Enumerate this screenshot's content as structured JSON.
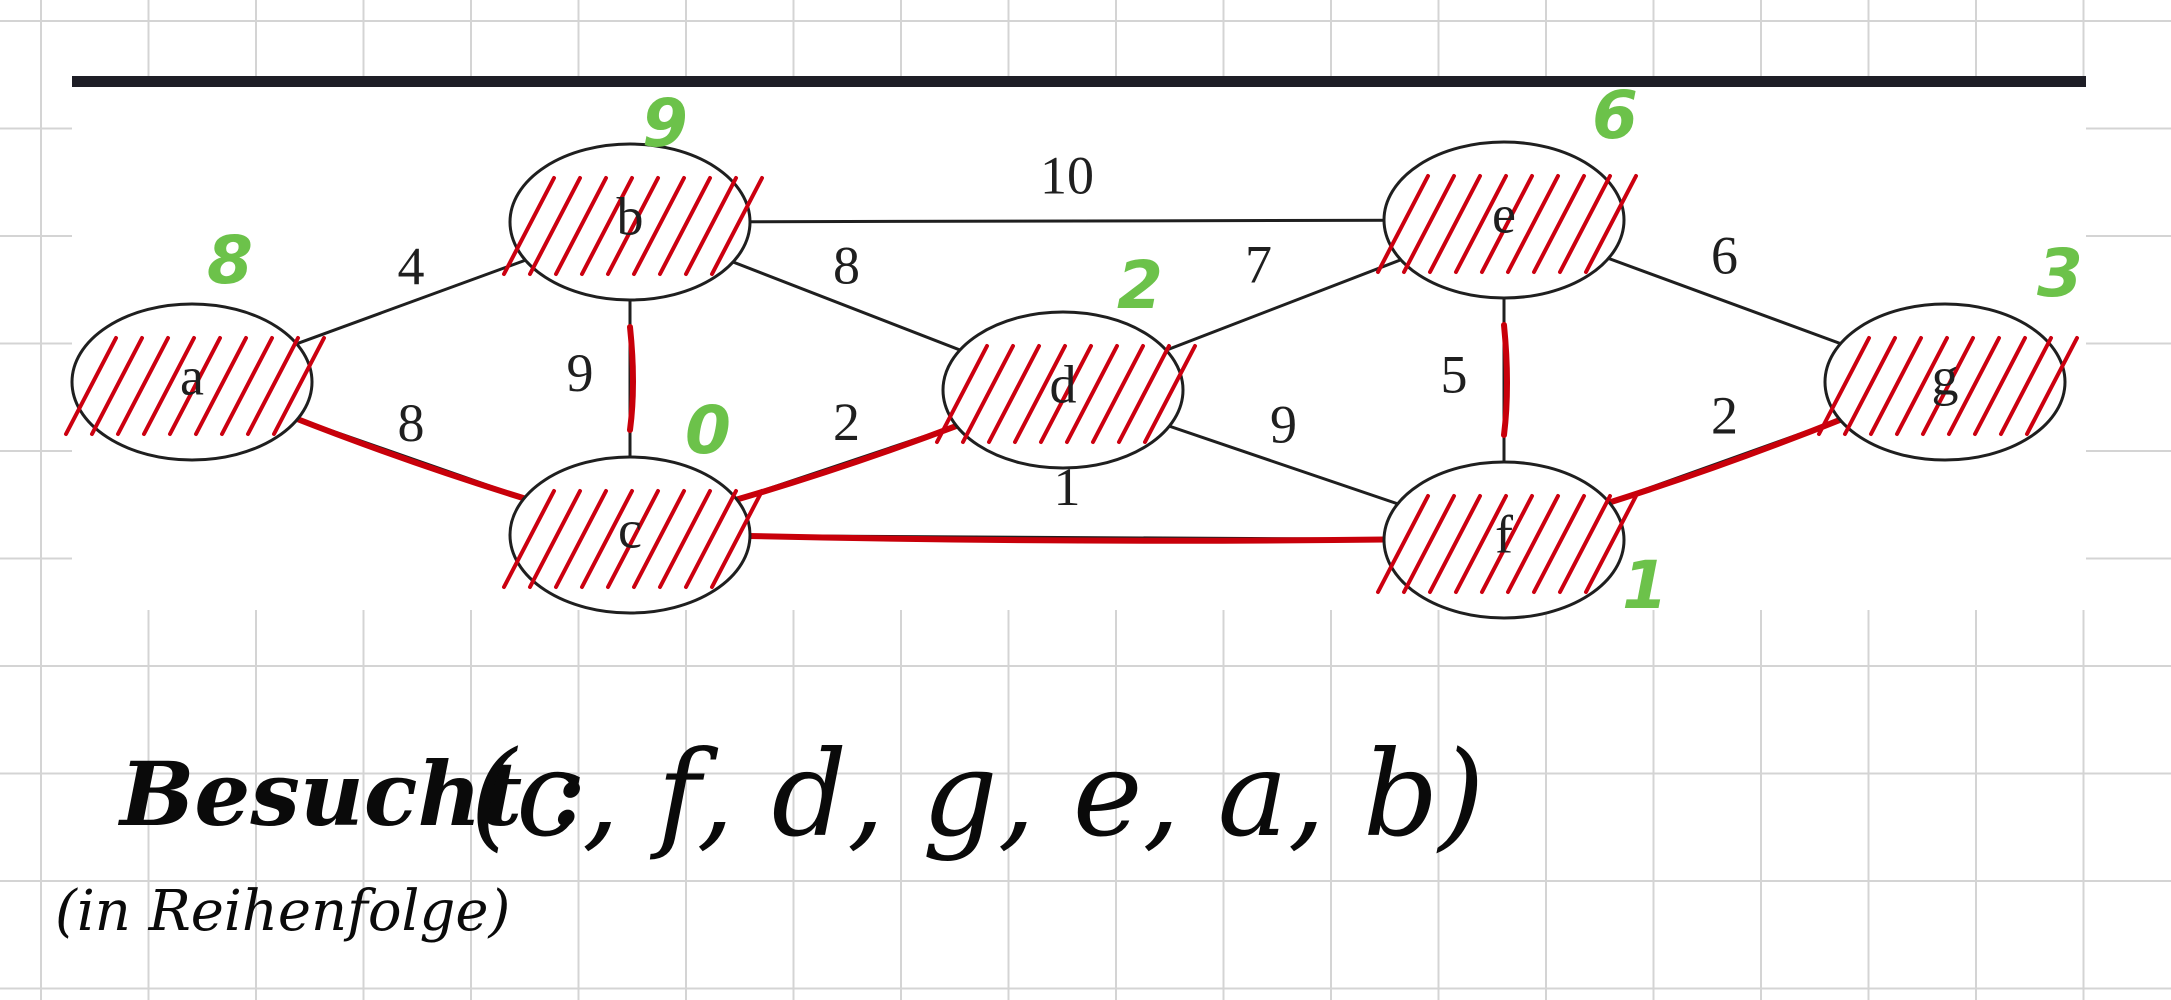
{
  "graph": {
    "nodes": [
      {
        "id": "a",
        "label": "a",
        "dist": "8"
      },
      {
        "id": "b",
        "label": "b",
        "dist": "9"
      },
      {
        "id": "c",
        "label": "c",
        "dist": "0"
      },
      {
        "id": "d",
        "label": "d",
        "dist": "2"
      },
      {
        "id": "e",
        "label": "e",
        "dist": "6"
      },
      {
        "id": "f",
        "label": "f",
        "dist": "1"
      },
      {
        "id": "g",
        "label": "g",
        "dist": "3"
      }
    ],
    "edges": [
      {
        "from": "a",
        "to": "b",
        "weight": "4",
        "highlighted": false
      },
      {
        "from": "a",
        "to": "c",
        "weight": "8",
        "highlighted": true
      },
      {
        "from": "b",
        "to": "c",
        "weight": "9",
        "highlighted": true
      },
      {
        "from": "b",
        "to": "d",
        "weight": "8",
        "highlighted": false
      },
      {
        "from": "b",
        "to": "e",
        "weight": "10",
        "highlighted": false
      },
      {
        "from": "c",
        "to": "d",
        "weight": "2",
        "highlighted": true
      },
      {
        "from": "c",
        "to": "f",
        "weight": "1",
        "highlighted": true
      },
      {
        "from": "d",
        "to": "e",
        "weight": "7",
        "highlighted": false
      },
      {
        "from": "d",
        "to": "f",
        "weight": "9",
        "highlighted": false
      },
      {
        "from": "e",
        "to": "f",
        "weight": "5",
        "highlighted": true
      },
      {
        "from": "e",
        "to": "g",
        "weight": "6",
        "highlighted": false
      },
      {
        "from": "f",
        "to": "g",
        "weight": "2",
        "highlighted": true
      }
    ]
  },
  "notes": {
    "order_label": "Besucht :",
    "order_sequence": "(c, f, d, g, e, a, b)",
    "order_note": "(in Reihenfolge)"
  },
  "colors": {
    "highlight": "#c8000a",
    "distance_annotation": "#6cc24a",
    "ink": "#1f1f1f",
    "grid": "#d4d4d4"
  }
}
